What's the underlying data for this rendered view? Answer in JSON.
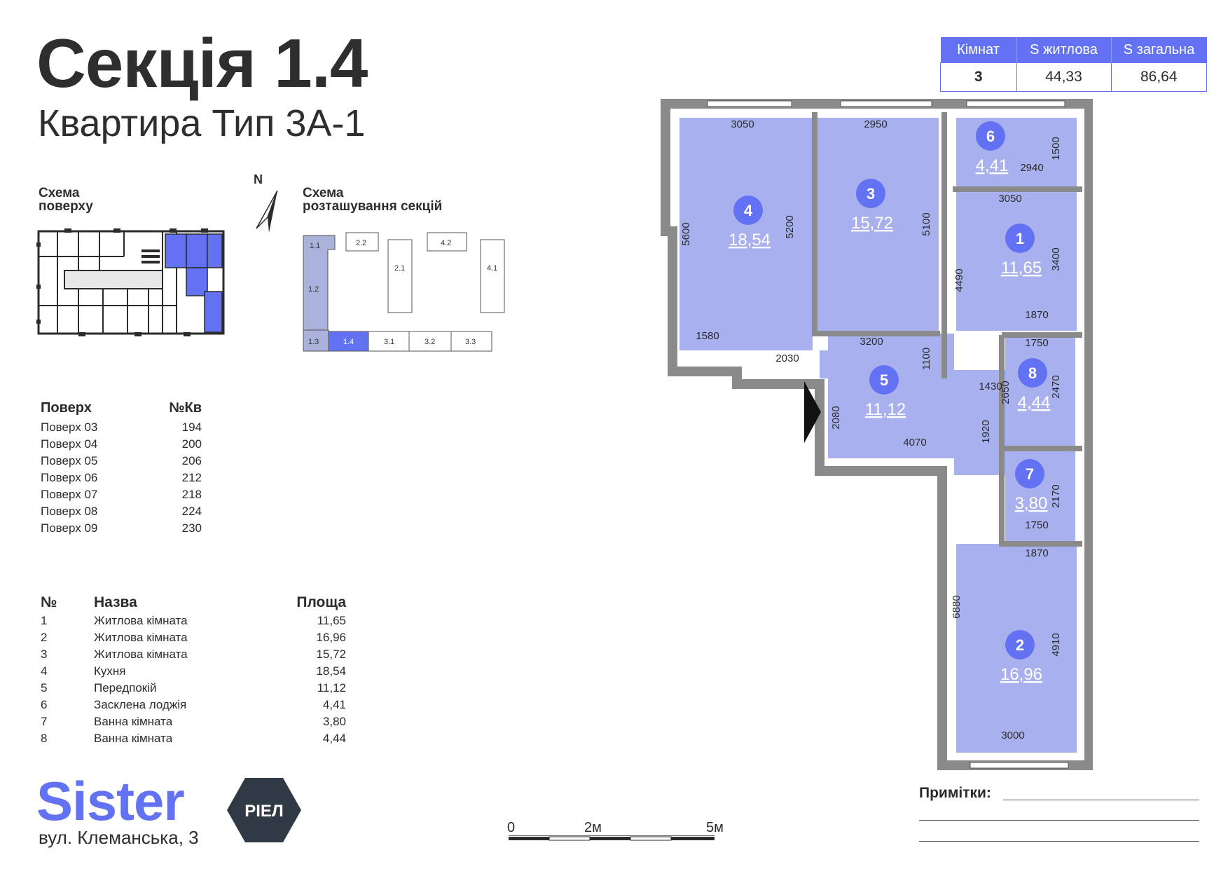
{
  "header": {
    "title": "Секція 1.4",
    "subtitle": "Квартира Тип 3А-1"
  },
  "summary": {
    "headers": [
      "Кімнат",
      "S житлова",
      "S загальна"
    ],
    "values": [
      "3",
      "44,33",
      "86,64"
    ]
  },
  "schemes": {
    "floor_label_line1": "Схема",
    "floor_label_line2": "поверху",
    "sections_label_line1": "Схема",
    "sections_label_line2": "розташування секцій",
    "north": "N",
    "sections": [
      "1.1",
      "2.2",
      "4.2",
      "2.1",
      "4.1",
      "1.2",
      "1.3",
      "1.4",
      "3.1",
      "3.2",
      "3.3"
    ],
    "highlight_color": "#6272f2"
  },
  "floors": {
    "headers": [
      "Поверх",
      "№Кв"
    ],
    "rows": [
      [
        "Поверх 03",
        "194"
      ],
      [
        "Поверх 04",
        "200"
      ],
      [
        "Поверх 05",
        "206"
      ],
      [
        "Поверх 06",
        "212"
      ],
      [
        "Поверх 07",
        "218"
      ],
      [
        "Поверх 08",
        "224"
      ],
      [
        "Поверх 09",
        "230"
      ]
    ]
  },
  "rooms": {
    "headers": [
      "№",
      "Назва",
      "Площа"
    ],
    "rows": [
      [
        "1",
        "Житлова кімната",
        "11,65"
      ],
      [
        "2",
        "Житлова кімната",
        "16,96"
      ],
      [
        "3",
        "Житлова кімната",
        "15,72"
      ],
      [
        "4",
        "Кухня",
        "18,54"
      ],
      [
        "5",
        "Передпокій",
        "11,12"
      ],
      [
        "6",
        "Засклена лоджія",
        "4,41"
      ],
      [
        "7",
        "Ванна кімната",
        "3,80"
      ],
      [
        "8",
        "Ванна кімната",
        "4,44"
      ]
    ]
  },
  "plan": {
    "room_fill": "#a9b0ee",
    "marker_color": "#6272f2",
    "markers": [
      {
        "num": "1",
        "area": "11,65"
      },
      {
        "num": "2",
        "area": "16,96"
      },
      {
        "num": "3",
        "area": "15,72"
      },
      {
        "num": "4",
        "area": "18,54"
      },
      {
        "num": "5",
        "area": "11,12"
      },
      {
        "num": "6",
        "area": "4,41"
      },
      {
        "num": "7",
        "area": "3,80"
      },
      {
        "num": "8",
        "area": "4,44"
      }
    ],
    "dimensions": [
      "3050",
      "2950",
      "1500",
      "2940",
      "3050",
      "5600",
      "5200",
      "5100",
      "4490",
      "3400",
      "1870",
      "1580",
      "3200",
      "1750",
      "2030",
      "1100",
      "1430",
      "2650",
      "2470",
      "2080",
      "1920",
      "4070",
      "2170",
      "1750",
      "1870",
      "6880",
      "4910",
      "3000"
    ]
  },
  "footer": {
    "brand": "Sister",
    "logo_text": "РІЕЛ",
    "logo_color": "#2f3a44",
    "address": "вул. Клеманська, 3",
    "scale": [
      "0",
      "2м",
      "5м"
    ],
    "notes_label": "Примітки:"
  }
}
